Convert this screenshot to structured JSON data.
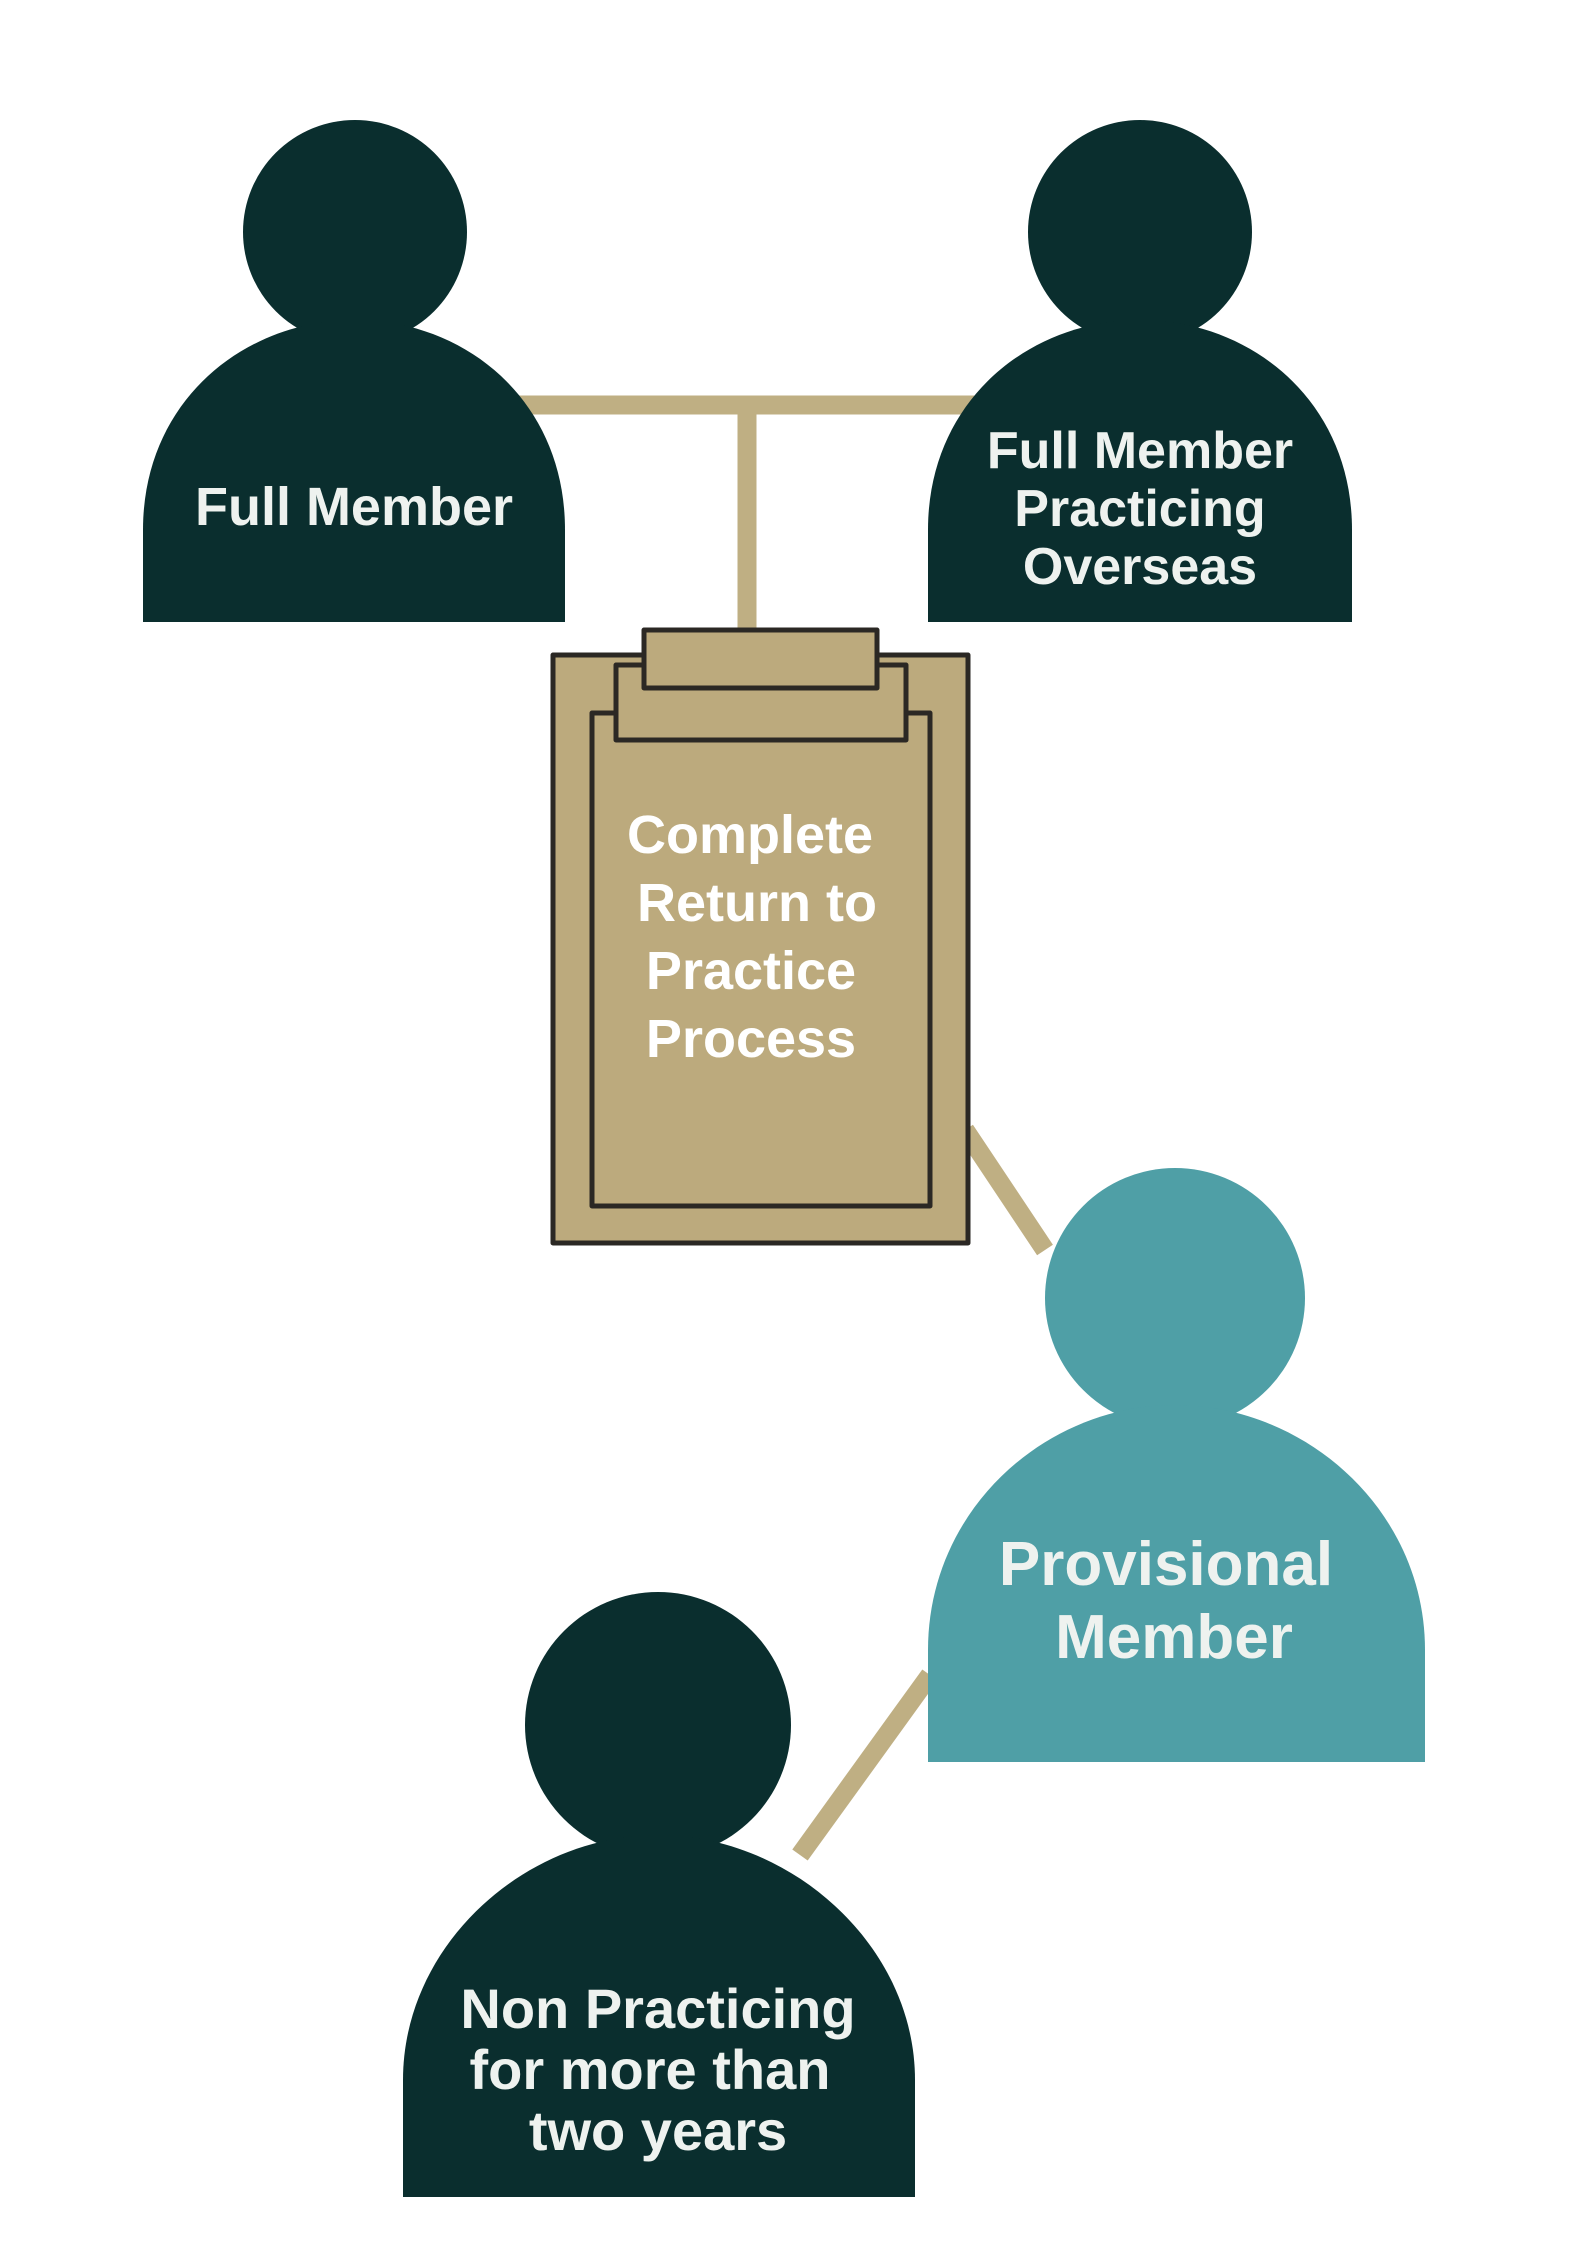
{
  "colors": {
    "dark_person": "#0a2e2e",
    "teal_person": "#4f9fa6",
    "connector": "#bfaf83",
    "clipboard_fill": "#bcaa7d",
    "clipboard_stroke": "#2b2824"
  },
  "nodes": {
    "full_member": {
      "label": "Full Member"
    },
    "full_member_overseas": {
      "line1": "Full Member",
      "line2": "Practicing",
      "line3": "Overseas"
    },
    "return_to_practice": {
      "line1": "Complete",
      "line2": "Return to",
      "line3": "Practice",
      "line4": "Process"
    },
    "provisional_member": {
      "line1": "Provisional",
      "line2": "Member"
    },
    "non_practicing": {
      "line1": "Non Practicing",
      "line2": "for more than",
      "line3": "two years"
    }
  }
}
